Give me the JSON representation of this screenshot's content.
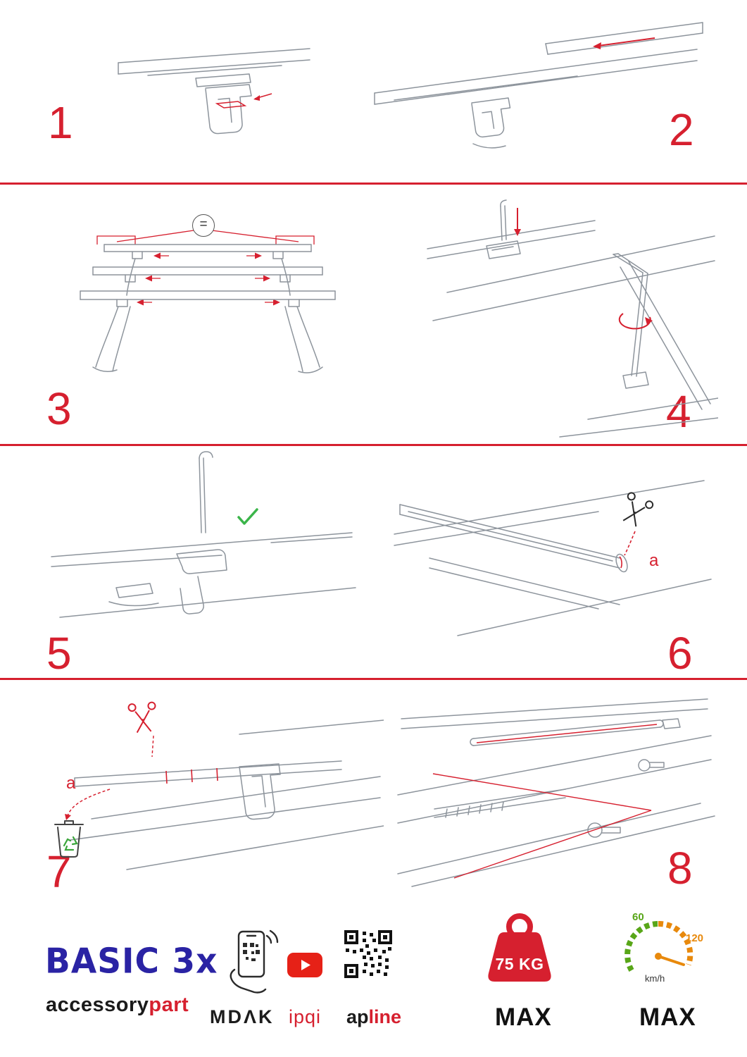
{
  "colors": {
    "accent_red": "#d6202f",
    "brand_blue": "#2a23a4",
    "line_gray": "#8d949c",
    "check_green": "#3bb54a",
    "gauge_green": "#58a618",
    "gauge_orange": "#e8890c"
  },
  "steps": [
    {
      "number": "1"
    },
    {
      "number": "2"
    },
    {
      "number": "3"
    },
    {
      "number": "4"
    },
    {
      "number": "5"
    },
    {
      "number": "6"
    },
    {
      "number": "7"
    },
    {
      "number": "8"
    }
  ],
  "annotations": {
    "equal_marker": "=",
    "step6_cut_label": "a",
    "step7_cut_label": "a"
  },
  "icons": {
    "equals-badge": "=",
    "check-icon": "✓",
    "scissors-icon": "✂",
    "trash-recycle-icon": "♻",
    "phone-qr-icon": "phone+qr",
    "youtube-icon": "▶",
    "qr-code-icon": "qr",
    "weight-icon": "kettlebell",
    "speedometer-icon": "gauge"
  },
  "footer": {
    "product_name": "BASIC 3x",
    "brand_black": "accessory",
    "brand_red": "part",
    "partner_mdak": "MDΛK",
    "partner_ipqi": "ipqi",
    "apline_black": "ap",
    "apline_red": "line",
    "weight_value": "75 KG",
    "weight_max_label": "MAX",
    "speed_tick_low": "60",
    "speed_tick_high": "120",
    "speed_unit": "km/h",
    "speed_max_label": "MAX"
  }
}
